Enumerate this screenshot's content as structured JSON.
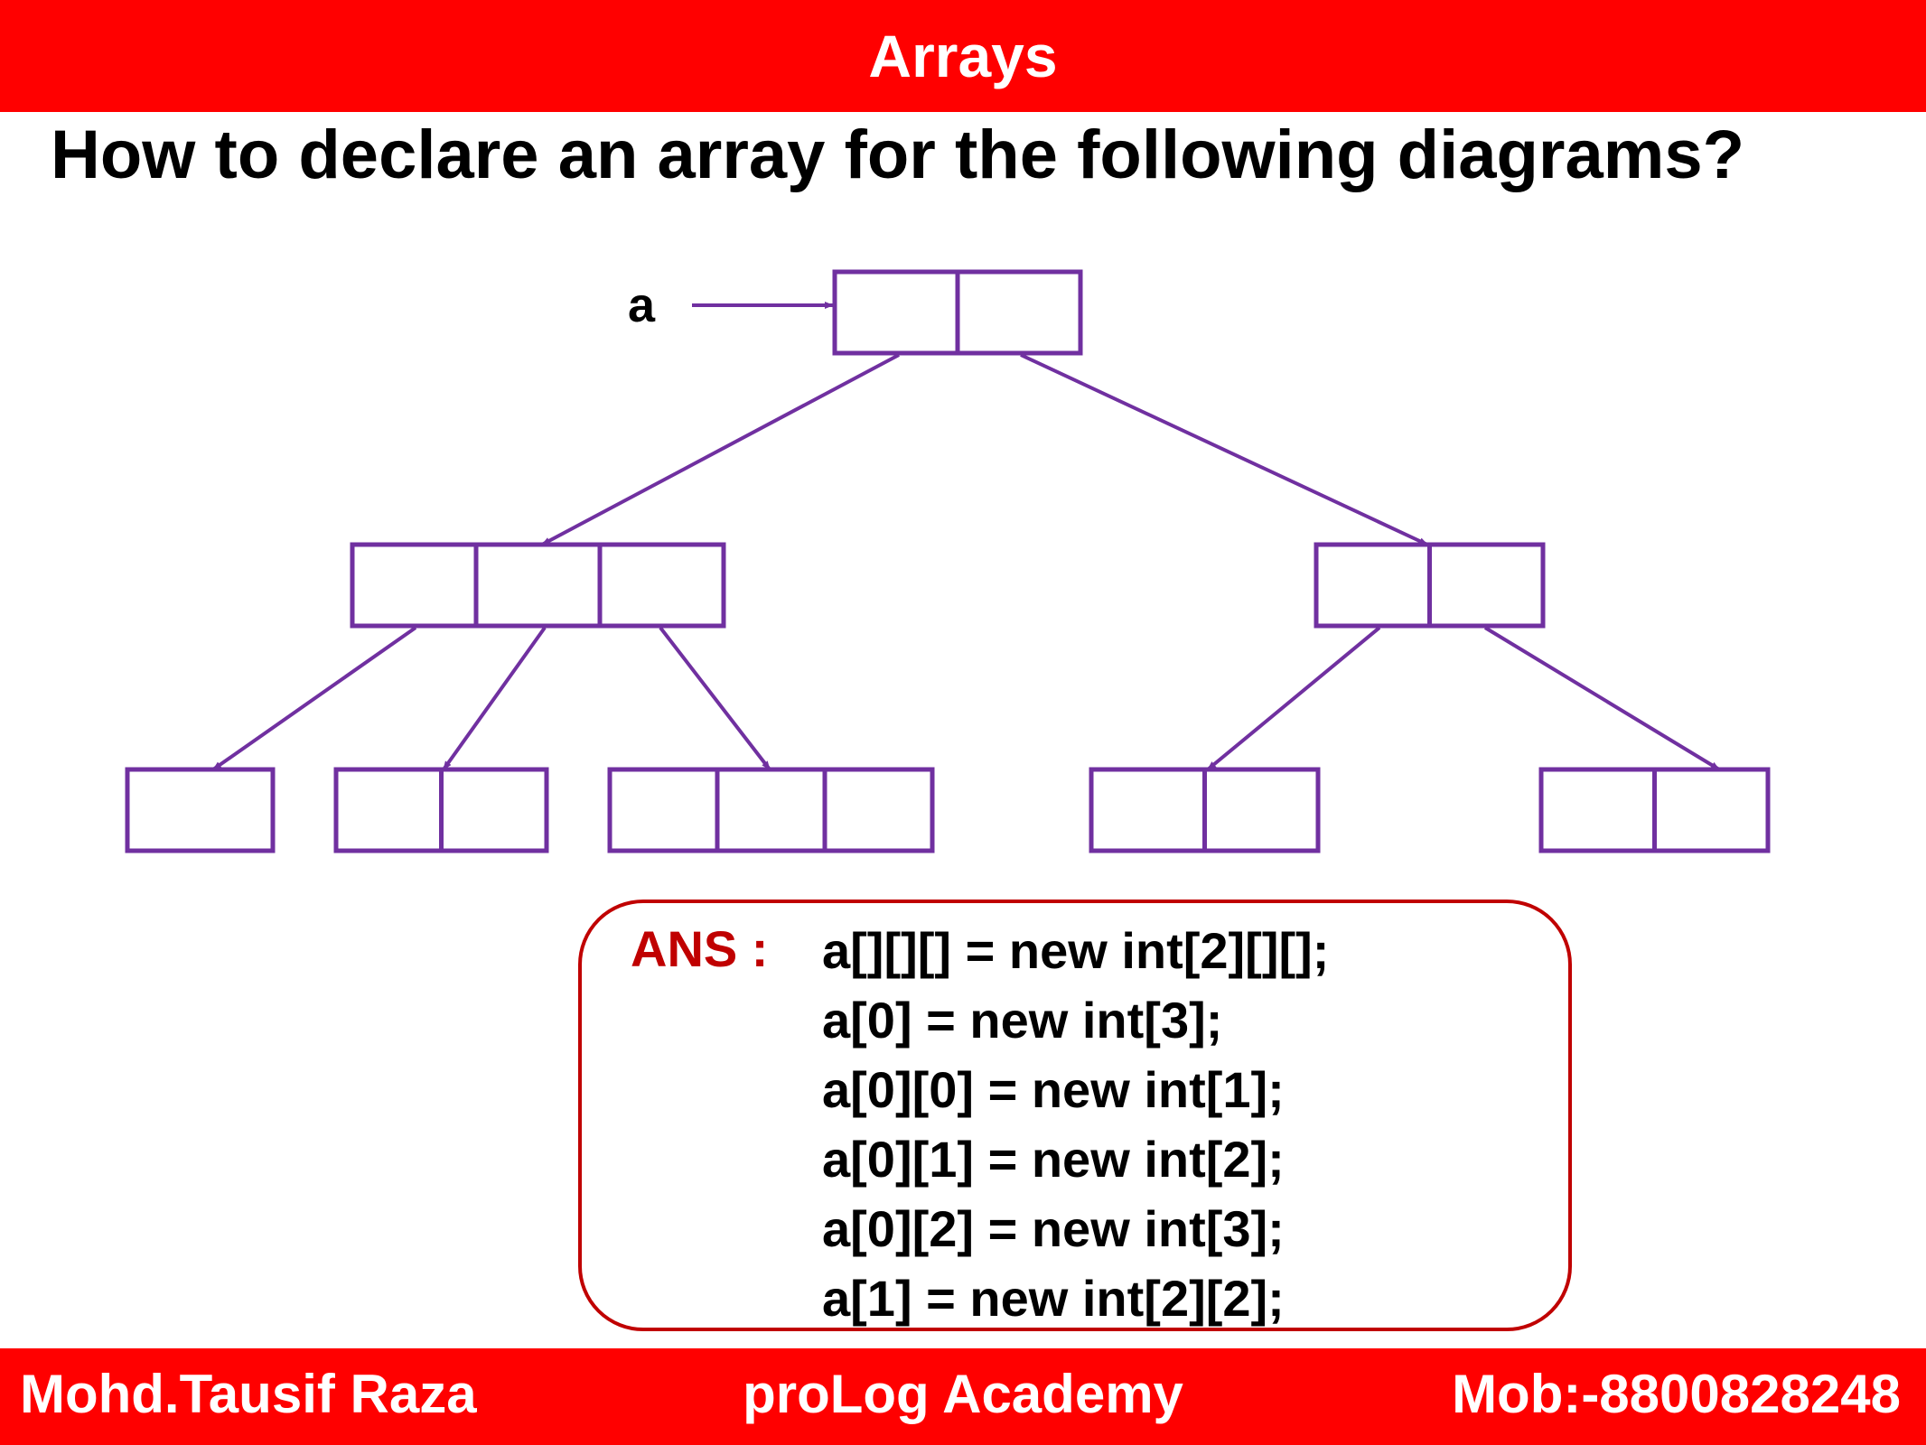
{
  "title": "Arrays",
  "question": "How to declare an array for the following diagrams?",
  "diagram": {
    "variable_label": "a",
    "line_color": "#7030a0",
    "root_cells": 2,
    "level1_cells": [
      3,
      2
    ],
    "level2_cells": [
      [
        1,
        2,
        3
      ],
      [
        2,
        2
      ]
    ]
  },
  "answer": {
    "label": "ANS :",
    "lines": [
      "a[][][] = new int[2][][];",
      "a[0] = new int[3];",
      "a[0][0] = new int[1];",
      "a[0][1] = new int[2];",
      "a[0][2] = new int[3];",
      "a[1] = new int[2][2];"
    ]
  },
  "footer": {
    "author": "Mohd.Tausif Raza",
    "organization": "proLog Academy",
    "phone": "Mob:-8800828248"
  },
  "colors": {
    "banner": "#ff0000",
    "answer_accent": "#c00000",
    "diagram": "#7030a0"
  }
}
